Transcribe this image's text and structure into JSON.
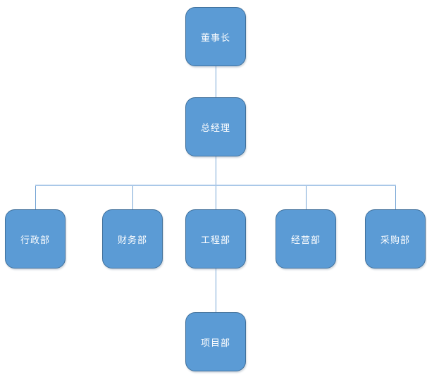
{
  "diagram": {
    "type": "org-chart",
    "nodes": {
      "chairman": {
        "label": "董事长"
      },
      "general_manager": {
        "label": "总经理"
      },
      "admin_dept": {
        "label": "行政部"
      },
      "finance_dept": {
        "label": "财务部"
      },
      "engineering_dept": {
        "label": "工程部"
      },
      "operations_dept": {
        "label": "经营部"
      },
      "procurement_dept": {
        "label": "采购部"
      },
      "project_dept": {
        "label": "项目部"
      }
    },
    "edges": [
      {
        "from": "chairman",
        "to": "general_manager"
      },
      {
        "from": "general_manager",
        "to": "admin_dept"
      },
      {
        "from": "general_manager",
        "to": "finance_dept"
      },
      {
        "from": "general_manager",
        "to": "engineering_dept"
      },
      {
        "from": "general_manager",
        "to": "operations_dept"
      },
      {
        "from": "general_manager",
        "to": "procurement_dept"
      },
      {
        "from": "engineering_dept",
        "to": "project_dept"
      }
    ]
  },
  "colors": {
    "canvas-bg": "#ffffff",
    "node-fill": "#5b9bd5",
    "node-border": "#41719c",
    "node-text": "#ffffff",
    "connector-v": "#74a3d4",
    "connector-h": "#aac8e8"
  }
}
